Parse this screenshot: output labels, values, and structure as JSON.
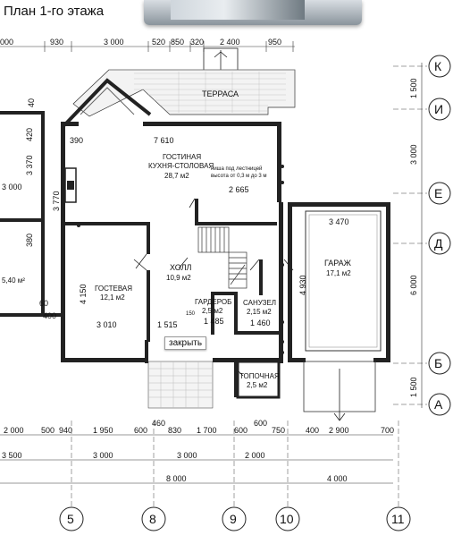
{
  "title": "План 1-го этажа",
  "close_label": "закрыть",
  "axes_v": [
    "5",
    "8",
    "9",
    "10",
    "11"
  ],
  "axes_h": [
    "К",
    "И",
    "Е",
    "Д",
    "Б",
    "А"
  ],
  "top_dims": [
    "000",
    "930",
    "3 000",
    "520",
    "850",
    "320",
    "2 400",
    "950"
  ],
  "bottom_dims_1": [
    "2 000",
    "500",
    "940",
    "1 950",
    "600",
    "830",
    "1 700",
    "600",
    "750",
    "400",
    "2 900",
    "700"
  ],
  "bottom_dims_2": [
    "3 500",
    "3 000",
    "3 000",
    "2 000"
  ],
  "bottom_dims_3": [
    "8 000",
    "4 000"
  ],
  "bottom_extra": [
    "460",
    "600"
  ],
  "right_dims": [
    "1 500",
    "3 000",
    "6 000",
    "1 500"
  ],
  "rooms": {
    "terrace": "ТЕРРАСА",
    "living_name": "ГОСТИНАЯ",
    "living_name2": "КУХНЯ-СТОЛОВАЯ",
    "living_area": "28,7 м2",
    "niche1": "ниша под лестницей",
    "niche2": "высота от 0,3 м до 3 м",
    "hall": "ХОЛЛ",
    "hall_area": "10,9 м2",
    "guest": "ГОСТЕВАЯ",
    "guest_area": "12,1 м2",
    "wardrobe": "ГАРДЕРОБ",
    "wardrobe_area": "2,5 м2",
    "bath": "САНУЗЕЛ",
    "bath_area": "2,15 м2",
    "boiler": "ТОПОЧНАЯ",
    "boiler_area": "2,5 м2",
    "garage": "ГАРАЖ",
    "garage_area": "17,1 м2",
    "left_area": "5,40 м²"
  },
  "inner_dims": [
    "390",
    "7 610",
    "2 665",
    "3 470",
    "4 930",
    "4 150",
    "3 010",
    "1 515",
    "150",
    "1 485",
    "1 460",
    "3 370",
    "420",
    "3 000",
    "3 770",
    "380",
    "60",
    "400",
    "40"
  ]
}
